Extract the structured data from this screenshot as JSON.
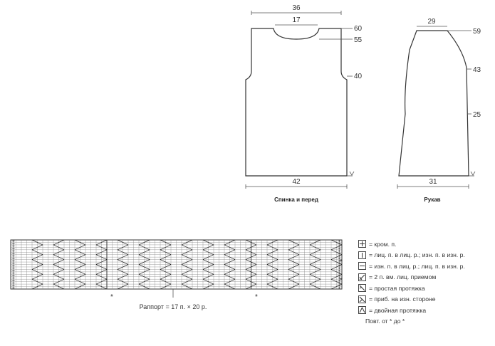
{
  "body_schematic": {
    "top_width": "36",
    "neck_width": "17",
    "height_total": "60",
    "neck_height": "55",
    "armhole_height": "40",
    "bottom_width": "42",
    "caption": "Спинка и перед"
  },
  "sleeve_schematic": {
    "top_width": "29",
    "height_total": "59",
    "cap_start": "43",
    "mid_height": "25",
    "bottom_width": "31",
    "caption": "Рукав"
  },
  "chart": {
    "repeat_label": "Раппорт = 17 п. × 20 р.",
    "star": "*"
  },
  "legend": {
    "items": [
      {
        "icon": "plus-square-icon",
        "text": "= кром. п."
      },
      {
        "icon": "vertical-bar-square-icon",
        "text": "= лиц. п. в лиц. р.; изн. п. в изн. р."
      },
      {
        "icon": "horizontal-bar-square-icon",
        "text": "= изн. п. в лиц. р.; лиц. п. в изн. р."
      },
      {
        "icon": "k2tog-icon",
        "text": "= 2 п. вм. лиц. приемом"
      },
      {
        "icon": "simple-cross-icon",
        "text": "= простая протяжка"
      },
      {
        "icon": "increase-icon",
        "text": "= приб. на изн. стороне"
      },
      {
        "icon": "double-cross-icon",
        "text": "= двойная протяжка"
      }
    ],
    "footnote": "Повт. от * до *"
  }
}
